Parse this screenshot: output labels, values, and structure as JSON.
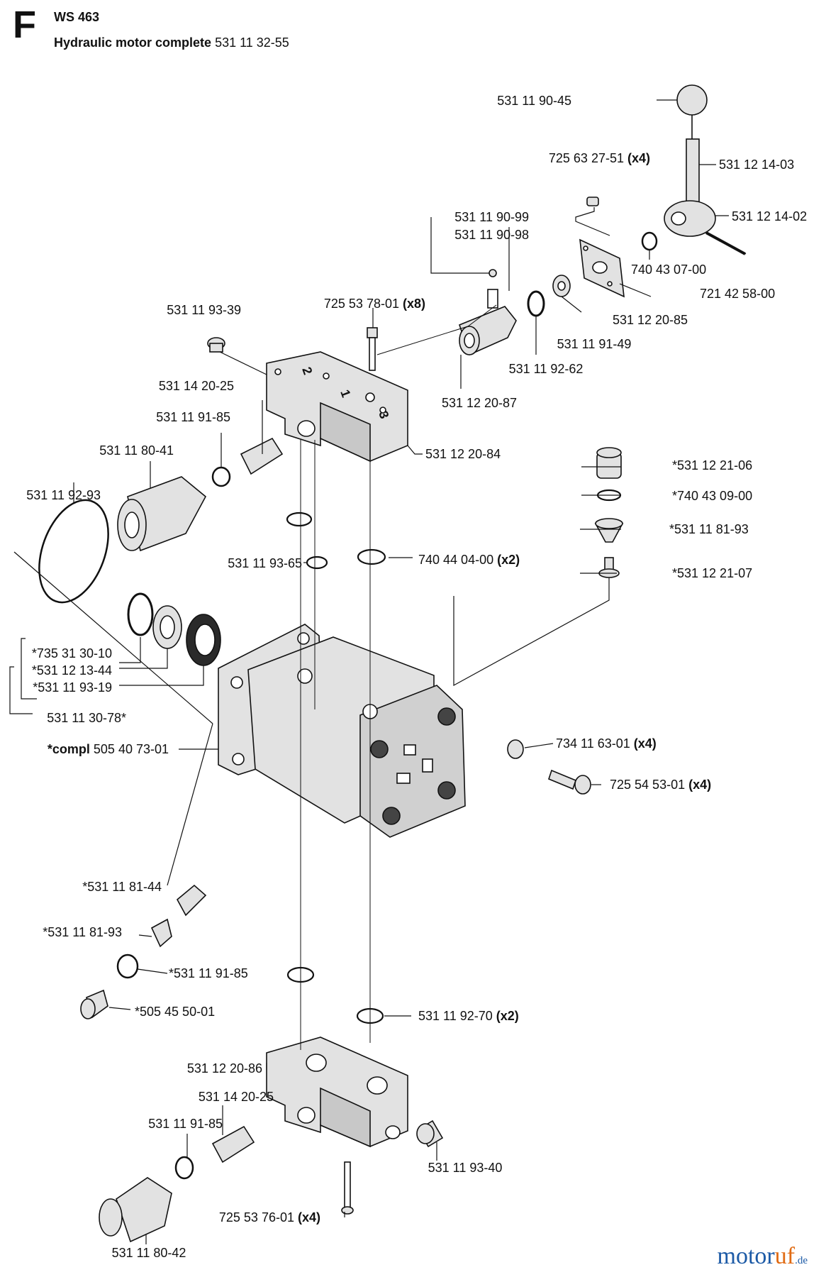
{
  "header": {
    "section_letter": "F",
    "model": "WS 463",
    "title_bold": "Hydraulic motor complete",
    "title_number": "531 11 32-55"
  },
  "callouts": [
    {
      "id": "c01",
      "text": "531 11 90-45"
    },
    {
      "id": "c02",
      "text": "531 12 14-03"
    },
    {
      "id": "c03",
      "text": "725 63 27-51",
      "qty": "(x4)"
    },
    {
      "id": "c04",
      "text": "531 12 14-02"
    },
    {
      "id": "c05",
      "text": "531 11 90-99"
    },
    {
      "id": "c06",
      "text": "531 11 90-98"
    },
    {
      "id": "c07",
      "text": "740 43 07-00"
    },
    {
      "id": "c08",
      "text": "721 42 58-00"
    },
    {
      "id": "c09",
      "text": "531 11 93-39"
    },
    {
      "id": "c10",
      "text": "725 53 78-01",
      "qty": "(x8)"
    },
    {
      "id": "c11",
      "text": "531 12 20-85"
    },
    {
      "id": "c12",
      "text": "531 11 91-49"
    },
    {
      "id": "c13",
      "text": "531 14 20-25"
    },
    {
      "id": "c14",
      "text": "531 11 92-62"
    },
    {
      "id": "c15",
      "text": "531 12 20-87"
    },
    {
      "id": "c16",
      "text": "531 11 91-85"
    },
    {
      "id": "c17",
      "text": "531 11 80-41"
    },
    {
      "id": "c18",
      "text": "531 12 20-84"
    },
    {
      "id": "c19",
      "text": "531 11 92-93"
    },
    {
      "id": "c20",
      "text": "*531 12 21-06"
    },
    {
      "id": "c21",
      "text": "*740 43 09-00"
    },
    {
      "id": "c22",
      "text": "*531 11 81-93"
    },
    {
      "id": "c23",
      "text": "531 11 93-65"
    },
    {
      "id": "c24",
      "text": "740 44 04-00",
      "qty": "(x2)"
    },
    {
      "id": "c25",
      "text": "*531 12 21-07"
    },
    {
      "id": "c26",
      "text": "*735 31 30-10"
    },
    {
      "id": "c27",
      "text": "*531 12 13-44"
    },
    {
      "id": "c28",
      "text": "*531 11 93-19"
    },
    {
      "id": "c29",
      "text": "531 11 30-78*"
    },
    {
      "id": "c30",
      "text": "505 40 73-01",
      "prefix_bold": "*compl"
    },
    {
      "id": "c31",
      "text": "734 11 63-01",
      "qty": "(x4)"
    },
    {
      "id": "c32",
      "text": "725 54 53-01",
      "qty": "(x4)"
    },
    {
      "id": "c33",
      "text": "*531 11 81-44"
    },
    {
      "id": "c34",
      "text": "*531 11 81-93"
    },
    {
      "id": "c35",
      "text": "*531 11 91-85"
    },
    {
      "id": "c36",
      "text": "*505 45 50-01"
    },
    {
      "id": "c37",
      "text": "531 11 92-70",
      "qty": "(x2)"
    },
    {
      "id": "c38",
      "text": "531 12 20-86"
    },
    {
      "id": "c39",
      "text": "531 14 20-25"
    },
    {
      "id": "c40",
      "text": "531 11 91-85"
    },
    {
      "id": "c41",
      "text": "531 11 93-40"
    },
    {
      "id": "c42",
      "text": "725 53 76-01",
      "qty": "(x4)"
    },
    {
      "id": "c43",
      "text": "531 11 80-42"
    }
  ],
  "port_numbers": [
    "2",
    "1",
    "3"
  ],
  "logo": {
    "part1": "motor",
    "part2": "uf",
    "suffix": ".de"
  },
  "colors": {
    "line": "#111111",
    "part_fill": "#e2e2e2",
    "part_shadow": "#b4b4b4",
    "logo_blue": "#1c5aa6",
    "logo_orange": "#e06a12"
  }
}
